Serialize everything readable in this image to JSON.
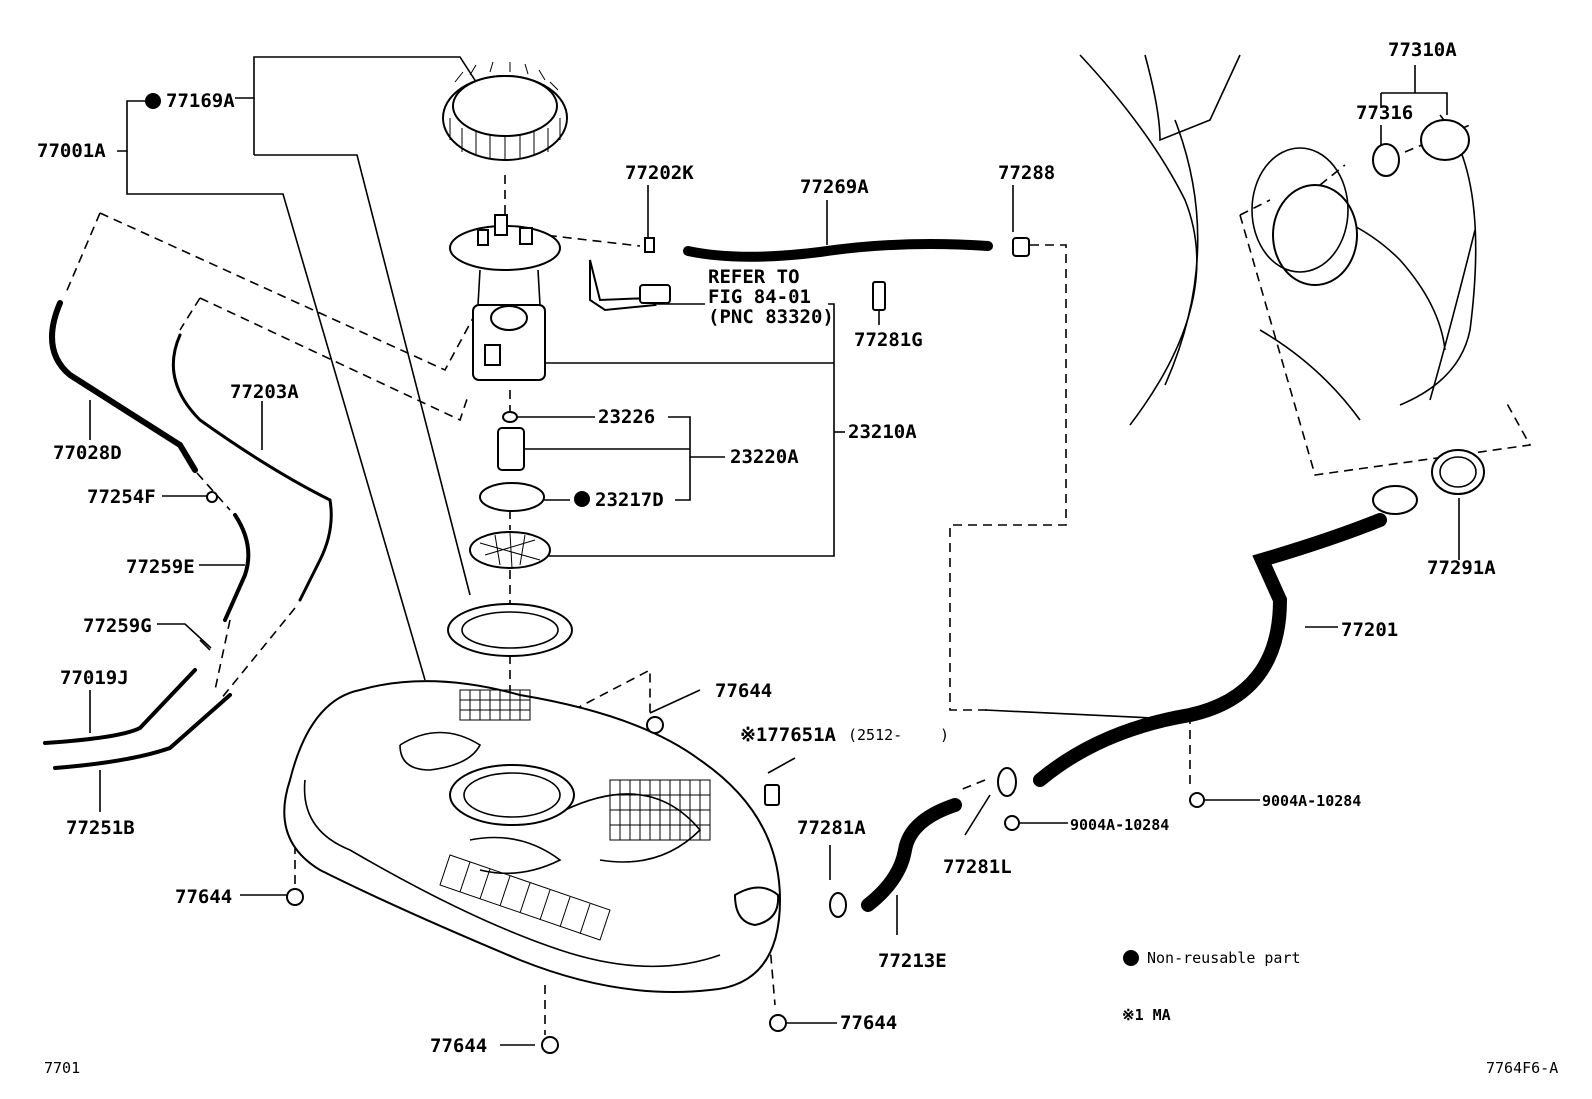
{
  "labels": {
    "p77169A": "77169A",
    "p77001A": "77001A",
    "p77202K": "77202K",
    "p77269A": "77269A",
    "p77288": "77288",
    "p77310A": "77310A",
    "p77316": "77316",
    "refer1": "REFER TO",
    "refer2": "FIG 84-01",
    "refer3": "(PNC 83320)",
    "p77281G": "77281G",
    "p77203A": "77203A",
    "p77028D": "77028D",
    "p77254F": "77254F",
    "p77259E": "77259E",
    "p77259G": "77259G",
    "p77019J": "77019J",
    "p77251B": "77251B",
    "p23226": "23226",
    "p23220A": "23220A",
    "p23210A": "23210A",
    "p23217D": "23217D",
    "p77291A": "77291A",
    "p77201": "77201",
    "p77644_top": "77644",
    "p77651A": "※177651A",
    "p77651A_code": "(2512-",
    "p77651A_close": ")",
    "p77281A": "77281A",
    "p77281L": "77281L",
    "p9004A_1": "9004A-10284",
    "p9004A_2": "9004A-10284",
    "p77644_left": "77644",
    "p77213E": "77213E",
    "p77644_bottom_right": "77644",
    "p77644_bottom": "77644"
  },
  "legend": {
    "non_reusable": "Non-reusable part",
    "note1": "※1 MA"
  },
  "footer": {
    "left_code": "7701",
    "right_code": "7764F6-A"
  }
}
